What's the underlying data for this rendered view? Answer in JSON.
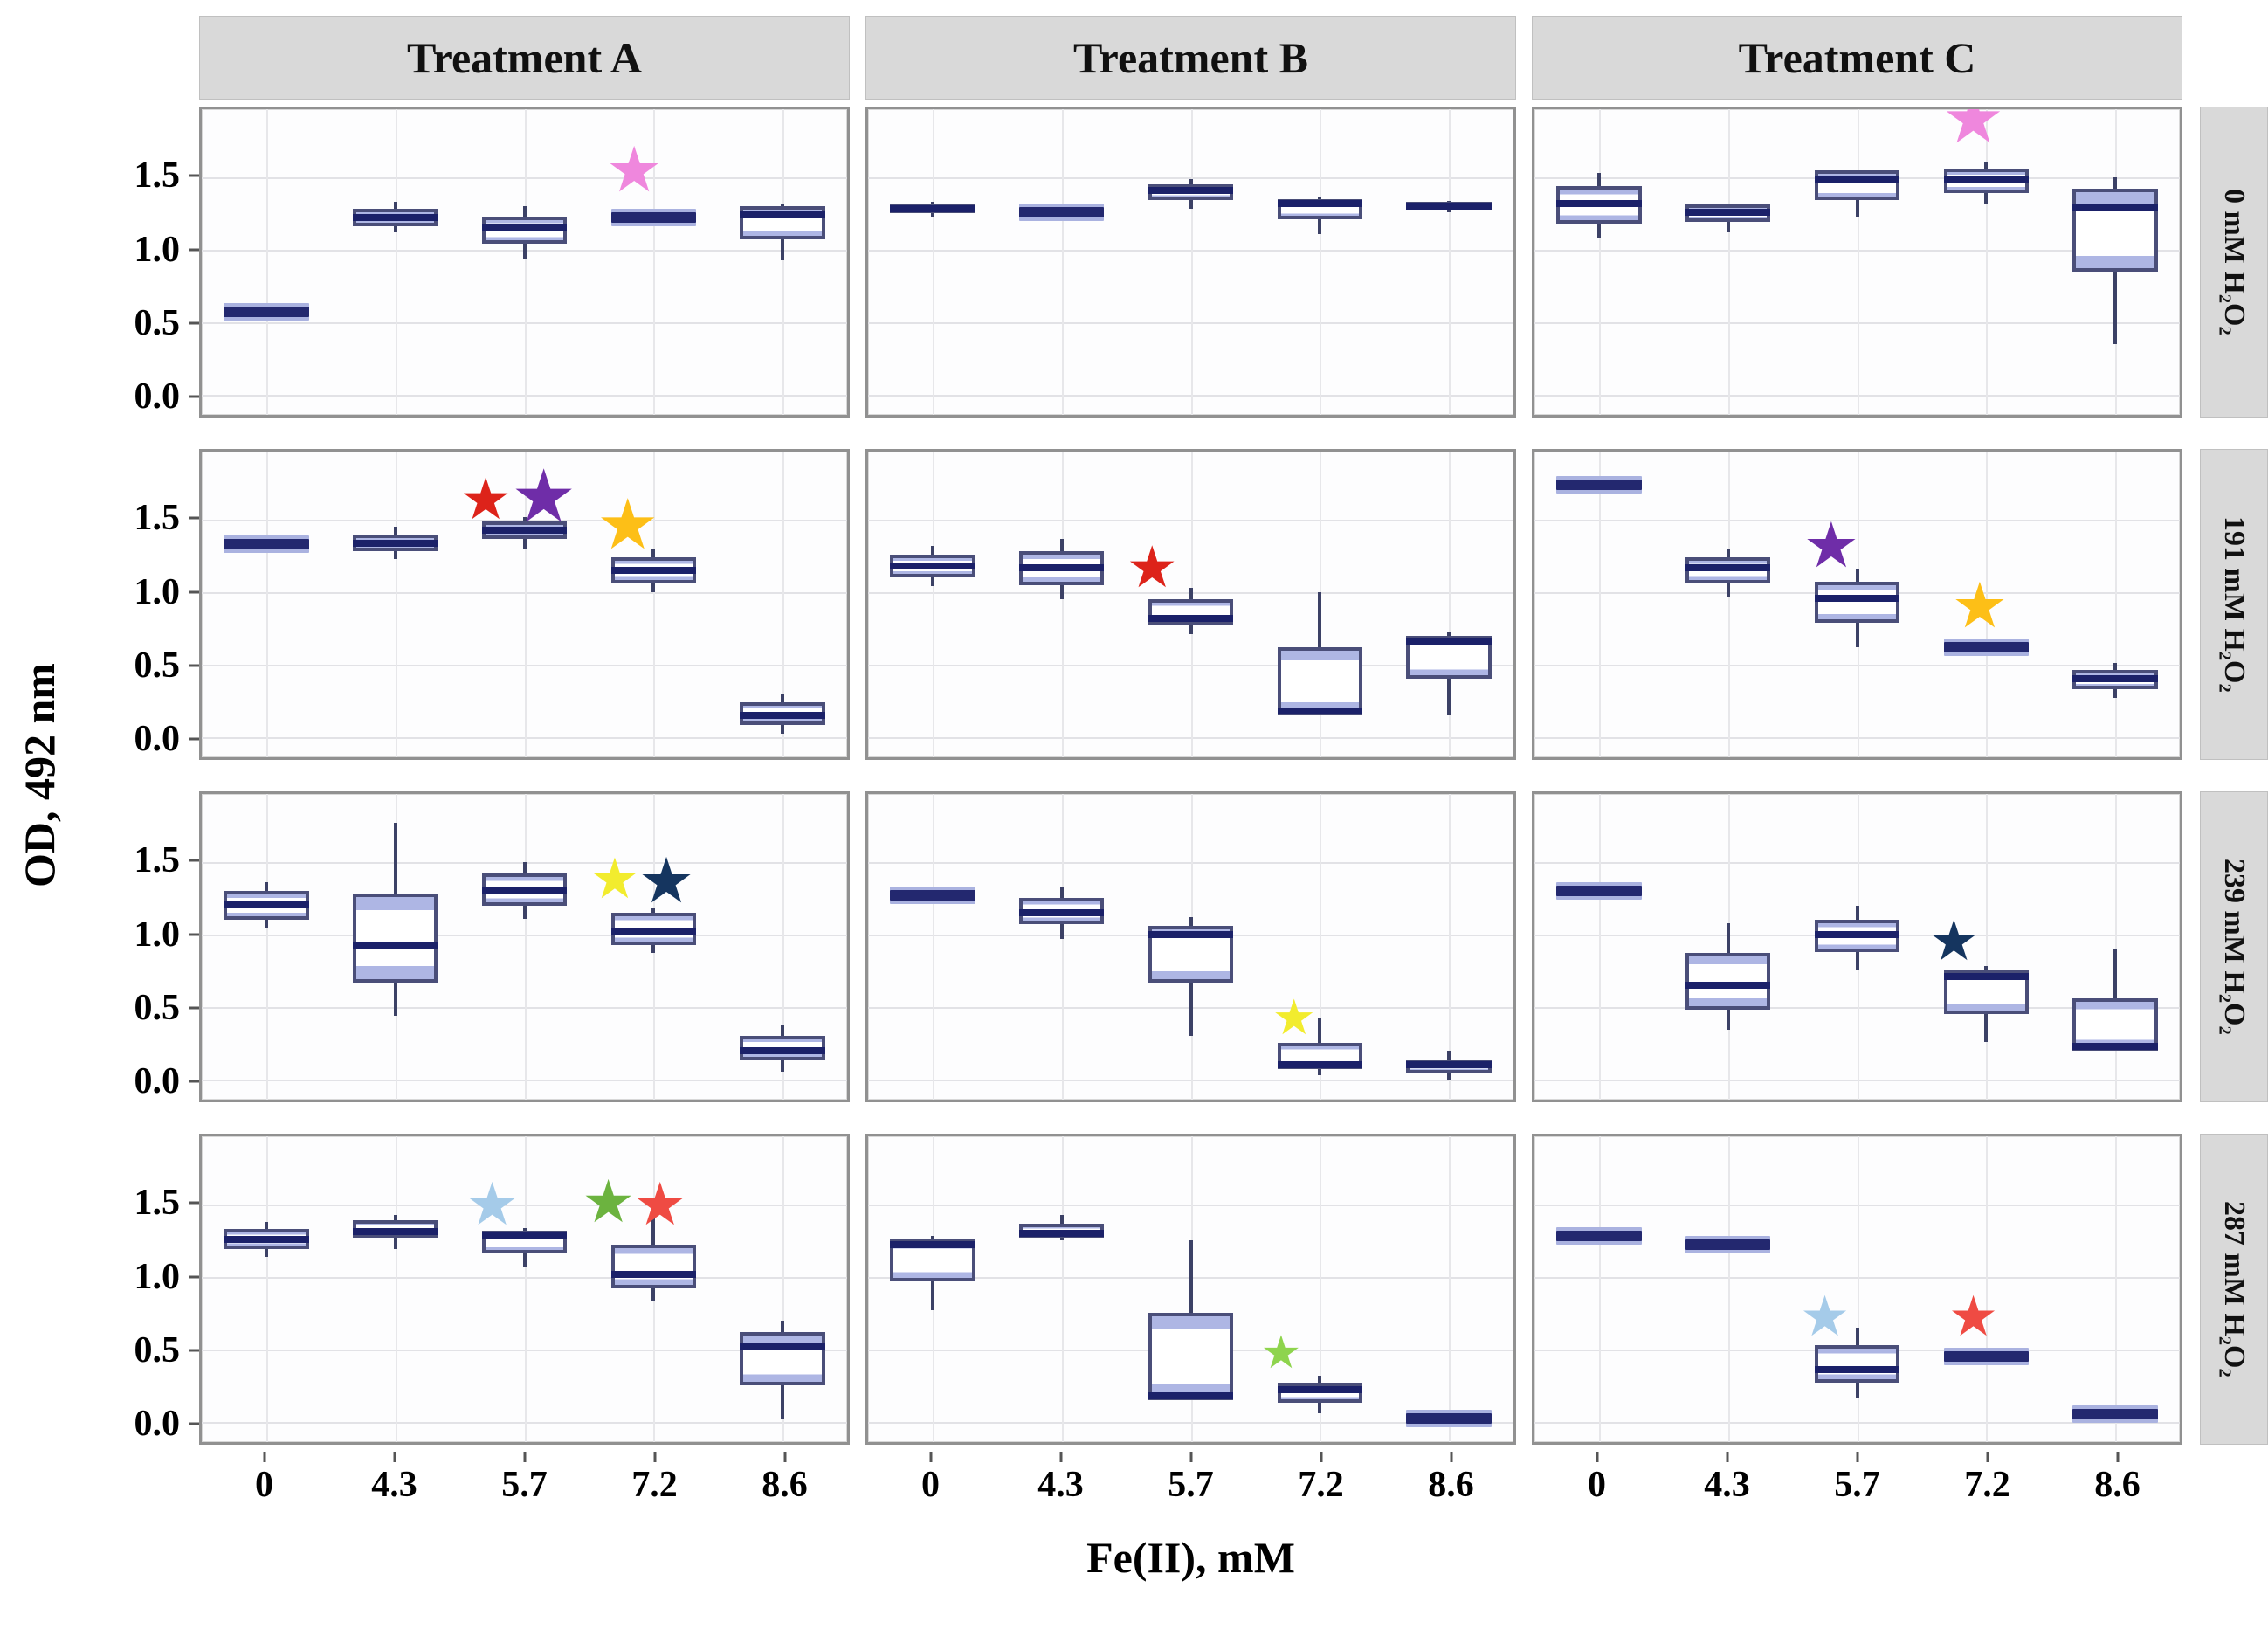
{
  "chart_data": {
    "type": "boxplot-facet-grid",
    "title": "",
    "xlabel": "Fe(II), mM",
    "ylabel": "OD, 492 nm",
    "x_categories": [
      "0",
      "4.3",
      "5.7",
      "7.2",
      "8.6"
    ],
    "y_ticks": [
      "1.5",
      "1.0",
      "0.5",
      "0.0"
    ],
    "y_tick_values": [
      1.5,
      1.0,
      0.5,
      0.0
    ],
    "y_render_min": -0.14,
    "y_render_max": 1.97,
    "grid": "on",
    "col_facets": [
      "Treatment A",
      "Treatment B",
      "Treatment C"
    ],
    "row_facets": [
      "0 mM H₂O₂",
      "191 mM H₂O₂",
      "239 mM H₂O₂",
      "287 mM H₂O₂"
    ],
    "colors": {
      "box_border": "#4a4e79",
      "box_fill_band": "#aeb6e4",
      "median": "#1b2169",
      "flat_bar": "#23286f",
      "whisker": "#3c4166",
      "strip_bg": "#d9d9d9",
      "gridline": "#e2e2e6",
      "panel_border": "#919191"
    },
    "star_colors": {
      "red": "#dd231a",
      "purple": "#6f2da8",
      "gold": "#fdbf17",
      "yellow": "#f2ec2e",
      "navy": "#15355f",
      "lightblue": "#a5cbe9",
      "green": "#6cb33f",
      "lightgreen": "#8ed44d",
      "violet": "#ef87dd",
      "coral": "#ef4b43"
    },
    "panels": [
      {
        "row": 0,
        "col": 0,
        "row_label": "0 mM H₂O₂",
        "col_label": "Treatment A",
        "boxes": [
          {
            "x": "0",
            "flat": true,
            "med": 0.57
          },
          {
            "x": "4.3",
            "q1": 1.16,
            "med": 1.22,
            "q3": 1.28,
            "low": 1.12,
            "high": 1.33
          },
          {
            "x": "5.7",
            "q1": 1.04,
            "med": 1.15,
            "q3": 1.23,
            "low": 0.93,
            "high": 1.3
          },
          {
            "x": "7.2",
            "flat": true,
            "med": 1.22
          },
          {
            "x": "8.6",
            "q1": 1.07,
            "med": 1.24,
            "q3": 1.3,
            "low": 0.93,
            "high": 1.32
          }
        ],
        "stars": [
          {
            "x": 3,
            "dx": -0.15,
            "y": 1.55,
            "color": "violet",
            "size": 72
          }
        ]
      },
      {
        "row": 0,
        "col": 1,
        "row_label": "0 mM H₂O₂",
        "col_label": "Treatment B",
        "boxes": [
          {
            "x": "0",
            "q1": 1.25,
            "med": 1.28,
            "q3": 1.31,
            "low": 1.22,
            "high": 1.33
          },
          {
            "x": "4.3",
            "flat": true,
            "med": 1.26
          },
          {
            "x": "5.7",
            "q1": 1.34,
            "med": 1.41,
            "q3": 1.45,
            "low": 1.28,
            "high": 1.49
          },
          {
            "x": "7.2",
            "q1": 1.21,
            "med": 1.32,
            "q3": 1.35,
            "low": 1.11,
            "high": 1.37
          },
          {
            "x": "8.6",
            "q1": 1.28,
            "med": 1.3,
            "q3": 1.33,
            "low": 1.26,
            "high": 1.34
          }
        ],
        "stars": []
      },
      {
        "row": 0,
        "col": 2,
        "row_label": "0 mM H₂O₂",
        "col_label": "Treatment C",
        "boxes": [
          {
            "x": "0",
            "q1": 1.18,
            "med": 1.32,
            "q3": 1.44,
            "low": 1.08,
            "high": 1.53
          },
          {
            "x": "4.3",
            "q1": 1.19,
            "med": 1.26,
            "q3": 1.31,
            "low": 1.12,
            "high": 1.29
          },
          {
            "x": "5.7",
            "q1": 1.34,
            "med": 1.49,
            "q3": 1.55,
            "low": 1.22,
            "high": 1.55
          },
          {
            "x": "7.2",
            "q1": 1.39,
            "med": 1.49,
            "q3": 1.56,
            "low": 1.31,
            "high": 1.6
          },
          {
            "x": "8.6",
            "q1": 0.85,
            "med": 1.29,
            "q3": 1.42,
            "low": 0.35,
            "high": 1.5
          }
        ],
        "stars": [
          {
            "x": 3,
            "dx": -0.1,
            "y": 1.9,
            "color": "violet",
            "size": 80
          }
        ]
      },
      {
        "row": 1,
        "col": 0,
        "row_label": "191 mM H₂O₂",
        "col_label": "Treatment A",
        "boxes": [
          {
            "x": "0",
            "flat": true,
            "med": 1.33
          },
          {
            "x": "4.3",
            "q1": 1.28,
            "med": 1.34,
            "q3": 1.4,
            "low": 1.23,
            "high": 1.45
          },
          {
            "x": "5.7",
            "q1": 1.37,
            "med": 1.43,
            "q3": 1.49,
            "low": 1.3,
            "high": 1.52
          },
          {
            "x": "7.2",
            "q1": 1.06,
            "med": 1.15,
            "q3": 1.24,
            "low": 1.0,
            "high": 1.3
          },
          {
            "x": "8.6",
            "q1": 0.08,
            "med": 0.15,
            "q3": 0.24,
            "low": 0.02,
            "high": 0.3
          }
        ],
        "stars": [
          {
            "x": 2,
            "dx": -0.3,
            "y": 1.63,
            "color": "red",
            "size": 66
          },
          {
            "x": 2,
            "dx": 0.15,
            "y": 1.65,
            "color": "purple",
            "size": 84
          },
          {
            "x": 3,
            "dx": -0.2,
            "y": 1.46,
            "color": "gold",
            "size": 80
          }
        ]
      },
      {
        "row": 1,
        "col": 1,
        "row_label": "191 mM H₂O₂",
        "col_label": "Treatment B",
        "boxes": [
          {
            "x": "0",
            "q1": 1.1,
            "med": 1.18,
            "q3": 1.26,
            "low": 1.04,
            "high": 1.32
          },
          {
            "x": "4.3",
            "q1": 1.05,
            "med": 1.17,
            "q3": 1.28,
            "low": 0.95,
            "high": 1.37
          },
          {
            "x": "5.7",
            "q1": 0.77,
            "med": 0.82,
            "q3": 0.95,
            "low": 0.71,
            "high": 1.03
          },
          {
            "x": "7.2",
            "q1": 0.15,
            "med": 0.18,
            "q3": 0.62,
            "low": 0.15,
            "high": 1.0
          },
          {
            "x": "8.6",
            "q1": 0.4,
            "med": 0.66,
            "q3": 0.7,
            "low": 0.15,
            "high": 0.72
          }
        ],
        "stars": [
          {
            "x": 2,
            "dx": -0.3,
            "y": 1.16,
            "color": "red",
            "size": 66
          }
        ]
      },
      {
        "row": 1,
        "col": 2,
        "row_label": "191 mM H₂O₂",
        "col_label": "Treatment C",
        "boxes": [
          {
            "x": "0",
            "flat": true,
            "med": 1.74
          },
          {
            "x": "4.3",
            "q1": 1.06,
            "med": 1.17,
            "q3": 1.24,
            "low": 0.97,
            "high": 1.3
          },
          {
            "x": "5.7",
            "q1": 0.79,
            "med": 0.96,
            "q3": 1.07,
            "low": 0.62,
            "high": 1.16
          },
          {
            "x": "7.2",
            "flat": true,
            "med": 0.62
          },
          {
            "x": "8.6",
            "q1": 0.33,
            "med": 0.4,
            "q3": 0.46,
            "low": 0.27,
            "high": 0.51
          }
        ],
        "stars": [
          {
            "x": 2,
            "dx": -0.2,
            "y": 1.32,
            "color": "purple",
            "size": 72
          },
          {
            "x": 3,
            "dx": -0.05,
            "y": 0.9,
            "color": "gold",
            "size": 72
          }
        ]
      },
      {
        "row": 2,
        "col": 0,
        "row_label": "239 mM H₂O₂",
        "col_label": "Treatment A",
        "boxes": [
          {
            "x": "0",
            "q1": 1.1,
            "med": 1.21,
            "q3": 1.3,
            "low": 1.04,
            "high": 1.36
          },
          {
            "x": "4.3",
            "q1": 0.67,
            "med": 0.92,
            "q3": 1.28,
            "low": 0.44,
            "high": 1.77
          },
          {
            "x": "5.7",
            "q1": 1.2,
            "med": 1.3,
            "q3": 1.42,
            "low": 1.11,
            "high": 1.5
          },
          {
            "x": "7.2",
            "q1": 0.93,
            "med": 1.02,
            "q3": 1.15,
            "low": 0.87,
            "high": 1.18
          },
          {
            "x": "8.6",
            "q1": 0.13,
            "med": 0.2,
            "q3": 0.3,
            "low": 0.05,
            "high": 0.37
          }
        ],
        "stars": [
          {
            "x": 3,
            "dx": -0.3,
            "y": 1.38,
            "color": "yellow",
            "size": 64
          },
          {
            "x": 3,
            "dx": 0.1,
            "y": 1.37,
            "color": "navy",
            "size": 72
          }
        ]
      },
      {
        "row": 2,
        "col": 1,
        "row_label": "239 mM H₂O₂",
        "col_label": "Treatment B",
        "boxes": [
          {
            "x": "0",
            "flat": true,
            "med": 1.27
          },
          {
            "x": "4.3",
            "q1": 1.07,
            "med": 1.15,
            "q3": 1.25,
            "low": 0.97,
            "high": 1.33
          },
          {
            "x": "5.7",
            "q1": 0.67,
            "med": 1.0,
            "q3": 1.06,
            "low": 0.3,
            "high": 1.12
          },
          {
            "x": "7.2",
            "q1": 0.07,
            "med": 0.1,
            "q3": 0.25,
            "low": 0.03,
            "high": 0.42
          },
          {
            "x": "8.6",
            "q1": 0.04,
            "med": 0.1,
            "q3": 0.14,
            "low": 0.0,
            "high": 0.2
          }
        ],
        "stars": [
          {
            "x": 3,
            "dx": -0.2,
            "y": 0.42,
            "color": "yellow",
            "size": 56
          }
        ]
      },
      {
        "row": 2,
        "col": 2,
        "row_label": "239 mM H₂O₂",
        "col_label": "Treatment C",
        "boxes": [
          {
            "x": "0",
            "flat": true,
            "med": 1.3
          },
          {
            "x": "4.3",
            "q1": 0.48,
            "med": 0.65,
            "q3": 0.87,
            "low": 0.34,
            "high": 1.08
          },
          {
            "x": "5.7",
            "q1": 0.88,
            "med": 1.0,
            "q3": 1.1,
            "low": 0.76,
            "high": 1.2
          },
          {
            "x": "7.2",
            "q1": 0.45,
            "med": 0.71,
            "q3": 0.76,
            "low": 0.26,
            "high": 0.78
          },
          {
            "x": "8.6",
            "q1": 0.2,
            "med": 0.23,
            "q3": 0.56,
            "low": 0.2,
            "high": 0.9
          }
        ],
        "stars": [
          {
            "x": 3,
            "dx": -0.25,
            "y": 0.95,
            "color": "navy",
            "size": 64
          }
        ]
      },
      {
        "row": 3,
        "col": 0,
        "row_label": "287 mM H₂O₂",
        "col_label": "Treatment A",
        "boxes": [
          {
            "x": "0",
            "q1": 1.19,
            "med": 1.26,
            "q3": 1.33,
            "low": 1.14,
            "high": 1.38
          },
          {
            "x": "4.3",
            "q1": 1.27,
            "med": 1.31,
            "q3": 1.39,
            "low": 1.19,
            "high": 1.43
          },
          {
            "x": "5.7",
            "q1": 1.16,
            "med": 1.28,
            "q3": 1.32,
            "low": 1.07,
            "high": 1.34
          },
          {
            "x": "7.2",
            "q1": 0.92,
            "med": 1.02,
            "q3": 1.22,
            "low": 0.83,
            "high": 1.44
          },
          {
            "x": "8.6",
            "q1": 0.25,
            "med": 0.52,
            "q3": 0.62,
            "low": 0.02,
            "high": 0.7
          }
        ],
        "stars": [
          {
            "x": 2,
            "dx": -0.25,
            "y": 1.5,
            "color": "lightblue",
            "size": 68
          },
          {
            "x": 3,
            "dx": -0.35,
            "y": 1.52,
            "color": "green",
            "size": 68
          },
          {
            "x": 3,
            "dx": 0.05,
            "y": 1.5,
            "color": "coral",
            "size": 68
          }
        ]
      },
      {
        "row": 3,
        "col": 1,
        "row_label": "287 mM H₂O₂",
        "col_label": "Treatment B",
        "boxes": [
          {
            "x": "0",
            "q1": 0.97,
            "med": 1.22,
            "q3": 1.26,
            "low": 0.77,
            "high": 1.28
          },
          {
            "x": "4.3",
            "q1": 1.27,
            "med": 1.3,
            "q3": 1.37,
            "low": 1.25,
            "high": 1.43
          },
          {
            "x": "5.7",
            "q1": 0.15,
            "med": 0.18,
            "q3": 0.75,
            "low": 0.15,
            "high": 1.25
          },
          {
            "x": "7.2",
            "q1": 0.13,
            "med": 0.22,
            "q3": 0.27,
            "low": 0.06,
            "high": 0.32
          },
          {
            "x": "8.6",
            "flat": true,
            "med": 0.02
          }
        ],
        "stars": [
          {
            "x": 3,
            "dx": -0.3,
            "y": 0.47,
            "color": "lightgreen",
            "size": 52
          }
        ]
      },
      {
        "row": 3,
        "col": 2,
        "row_label": "287 mM H₂O₂",
        "col_label": "Treatment C",
        "boxes": [
          {
            "x": "0",
            "flat": true,
            "med": 1.28
          },
          {
            "x": "4.3",
            "flat": true,
            "med": 1.22
          },
          {
            "x": "5.7",
            "q1": 0.27,
            "med": 0.36,
            "q3": 0.53,
            "low": 0.17,
            "high": 0.65
          },
          {
            "x": "7.2",
            "flat": true,
            "med": 0.45
          },
          {
            "x": "8.6",
            "flat": true,
            "med": 0.05
          }
        ],
        "stars": [
          {
            "x": 2,
            "dx": -0.25,
            "y": 0.72,
            "color": "lightblue",
            "size": 64
          },
          {
            "x": 3,
            "dx": -0.1,
            "y": 0.72,
            "color": "coral",
            "size": 64
          }
        ]
      }
    ]
  }
}
